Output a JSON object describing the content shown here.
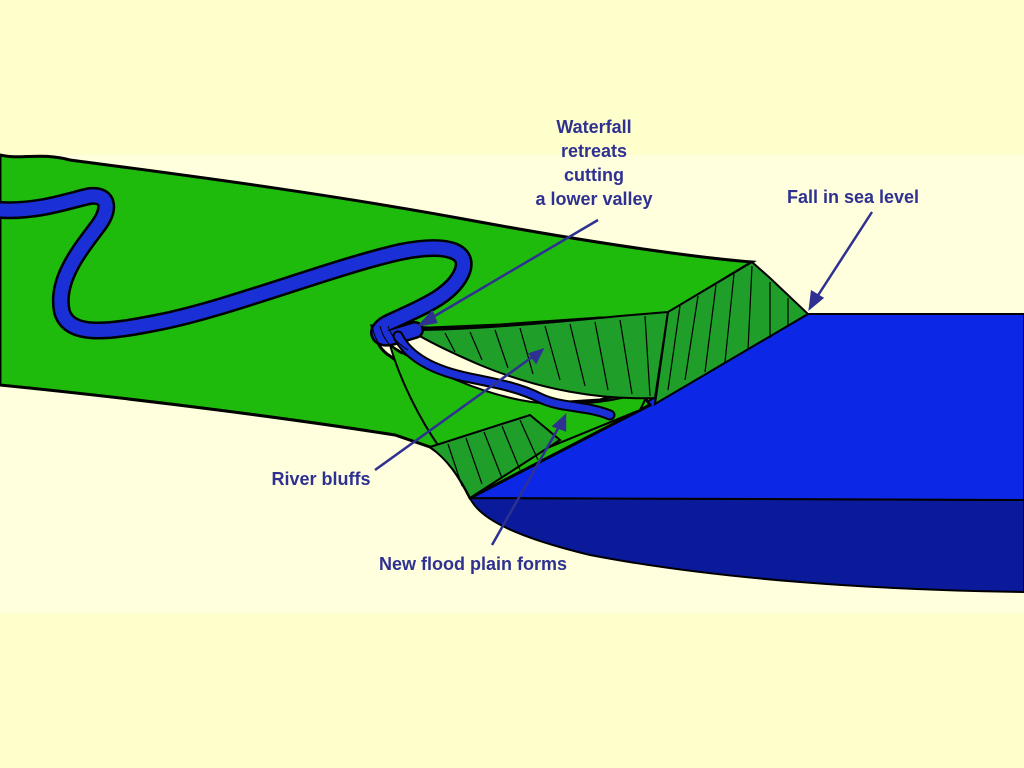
{
  "labels": {
    "waterfall": [
      "Waterfall",
      "retreats",
      "cutting",
      "a lower valley"
    ],
    "sea_level": "Fall in sea level",
    "river_bluffs": "River bluffs",
    "flood_plain": "New flood plain forms"
  },
  "colors": {
    "background": "#ffffcc",
    "panel": "#ffffdd",
    "plain_green": "#1fbb0c",
    "bluff_green": "#1f9e2a",
    "river_blue": "#1a2fd6",
    "sea_blue": "#0c28e6",
    "sea_dark": "#0a1a9a",
    "outline": "#000000",
    "label_text": "#2e3192"
  }
}
